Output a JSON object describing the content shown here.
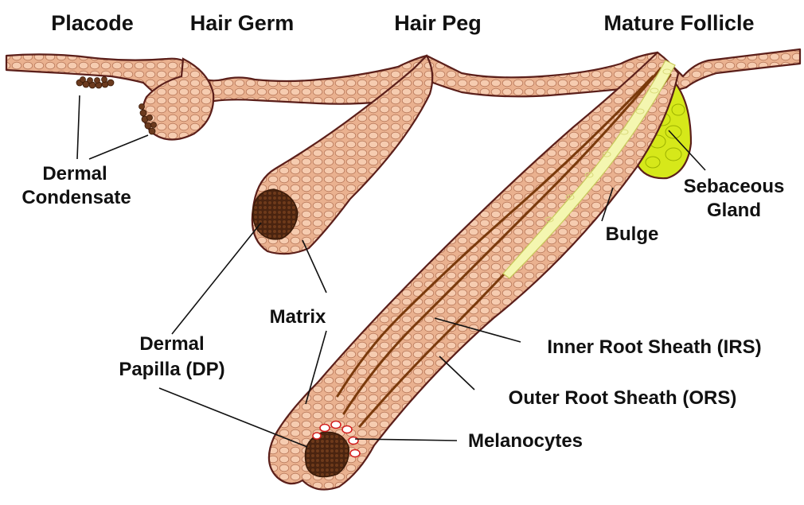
{
  "stages": [
    "Placode",
    "Hair Germ",
    "Hair Peg",
    "Mature Follicle"
  ],
  "labels": {
    "dermal_condensate": [
      "Dermal",
      "Condensate"
    ],
    "dermal_papilla": [
      "Dermal",
      "Papilla (DP)"
    ],
    "matrix": "Matrix",
    "sebaceous_gland": [
      "Sebaceous",
      "Gland"
    ],
    "bulge": "Bulge",
    "inner_root_sheath": "Inner Root Sheath (IRS)",
    "outer_root_sheath": "Outer Root Sheath (ORS)",
    "melanocytes": "Melanocytes"
  },
  "colors": {
    "tissue": "#eab18f",
    "tissue_outline": "#5b1f1a",
    "cell_fill": "#f6ccb0",
    "papilla": "#4a2410",
    "sheath": "#7a3a0c",
    "hair_shaft": "#f4f6b0",
    "sebaceous": "#d6e81a"
  }
}
